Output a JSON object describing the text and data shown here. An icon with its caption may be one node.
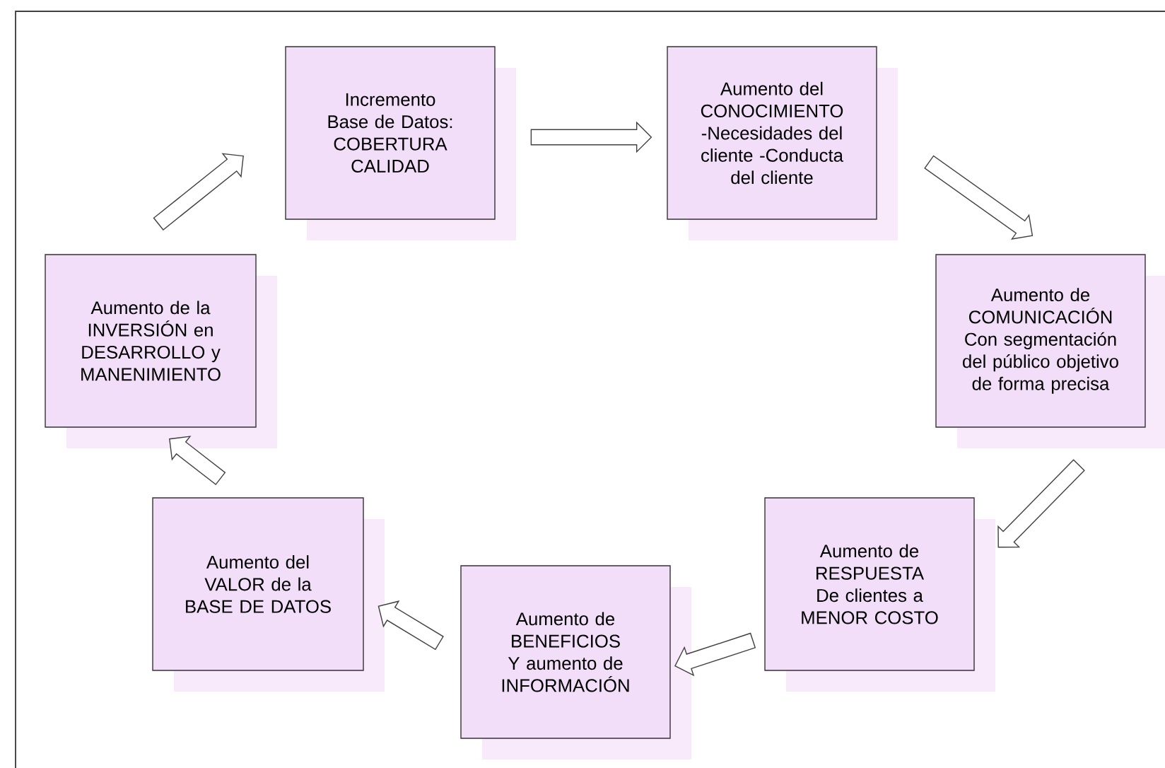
{
  "diagram": {
    "nodes": [
      {
        "text": [
          "Incremento Base de Datos: COBERTURA CALIDAD"
        ]
      },
      {
        "text": [
          "Aumento del CONOCIMIENTO -Necesidades del cliente -Conducta del cliente"
        ]
      },
      {
        "text": [
          "Aumento de COMUNICACIÓN Con segmentación del público objetivo de forma precisa"
        ]
      },
      {
        "text": [
          "Aumento de RESPUESTA De clientes a MENOR COSTO"
        ]
      },
      {
        "text": [
          "Aumento de BENEFICIOS Y aumento de INFORMACIÓN"
        ]
      },
      {
        "text": [
          "Aumento del VALOR de la BASE DE DATOS"
        ]
      },
      {
        "text": [
          "Aumento de la INVERSIÓN en DESARROLLO y MANENIMIENTO"
        ]
      }
    ],
    "edges": [
      {
        "from": 0,
        "to": 1,
        "arrow": "to"
      },
      {
        "from": 1,
        "to": 2,
        "arrow": "to"
      },
      {
        "from": 2,
        "to": 3,
        "arrow": "to"
      },
      {
        "from": 3,
        "to": 4,
        "arrow": "to"
      },
      {
        "from": 4,
        "to": 5,
        "arrow": "to"
      },
      {
        "from": 5,
        "to": 6,
        "arrow": "to"
      },
      {
        "from": 6,
        "to": 0,
        "arrow": "to"
      }
    ]
  }
}
